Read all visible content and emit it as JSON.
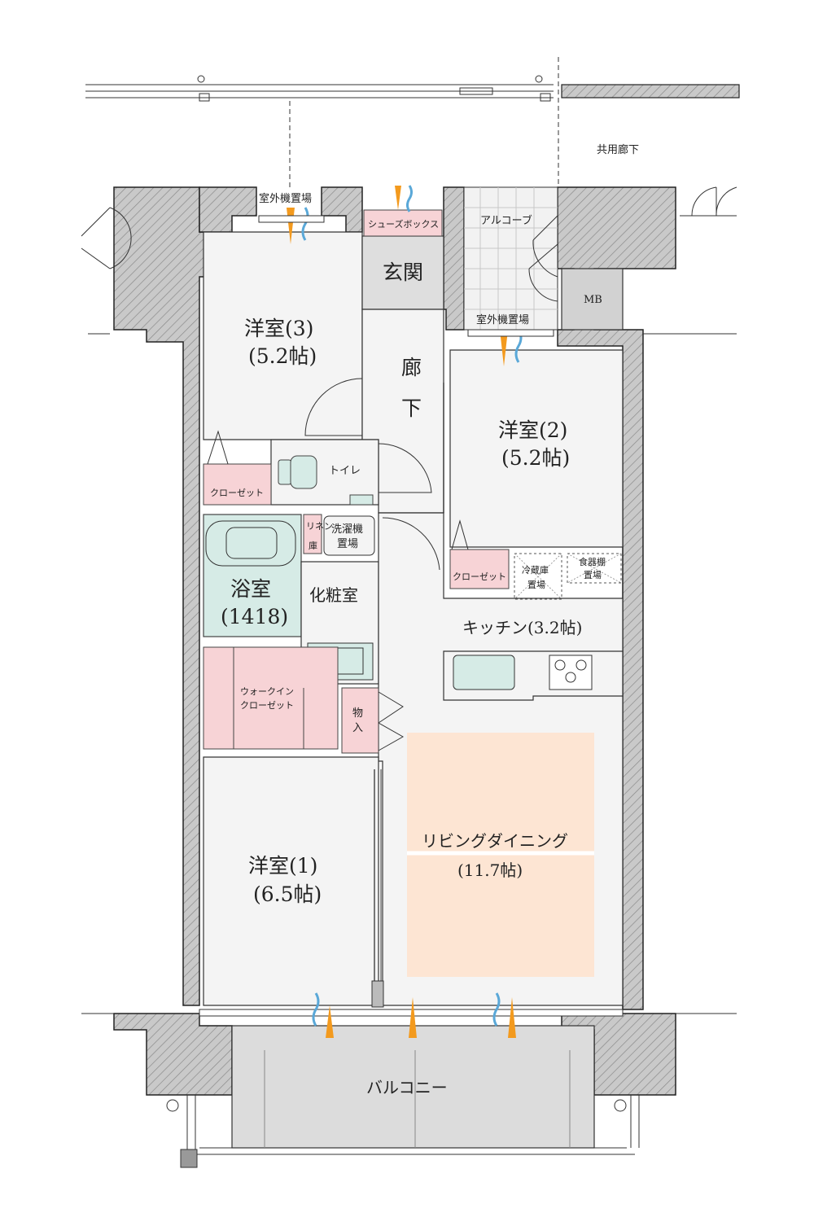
{
  "colors": {
    "wall": "#c9c9c9",
    "floor": "#f4f4f4",
    "storage": "#f7d3d6",
    "bath": "#d6ebe6",
    "living": "#fde5d3",
    "vent_orange": "#f39a1e",
    "vent_blue": "#5aa8d8"
  },
  "labels": {
    "corridor_shared": "共用廊下",
    "outdoor_unit_top": "室外機置場",
    "outdoor_unit_mid": "室外機置場",
    "shoe_box": "シューズボックス",
    "alcove": "アルコーブ",
    "entrance": "玄関",
    "mb": "MB",
    "room3_name": "洋室(3)",
    "room3_size": "(5.2帖)",
    "hallway_1": "廊",
    "hallway_2": "下",
    "room2_name": "洋室(2)",
    "room2_size": "(5.2帖)",
    "toilet": "トイレ",
    "closet_left": "クローゼット",
    "closet_right": "クローゼット",
    "linen_1": "リネン",
    "linen_2": "庫",
    "washer_1": "洗濯機",
    "washer_2": "置場",
    "fridge_1": "冷蔵庫",
    "fridge_2": "置場",
    "cupboard_1": "食器棚",
    "cupboard_2": "置場",
    "bath_name": "浴室",
    "bath_size": "(1418)",
    "vanity": "化粧室",
    "kitchen": "キッチン(3.2帖)",
    "wic_1": "ウォークイン",
    "wic_2": "クローゼット",
    "storage_1": "物",
    "storage_2": "入",
    "ld_name": "リビングダイニング",
    "ld_size": "(11.7帖)",
    "room1_name": "洋室(1)",
    "room1_size": "(6.5帖)",
    "balcony": "バルコニー"
  }
}
